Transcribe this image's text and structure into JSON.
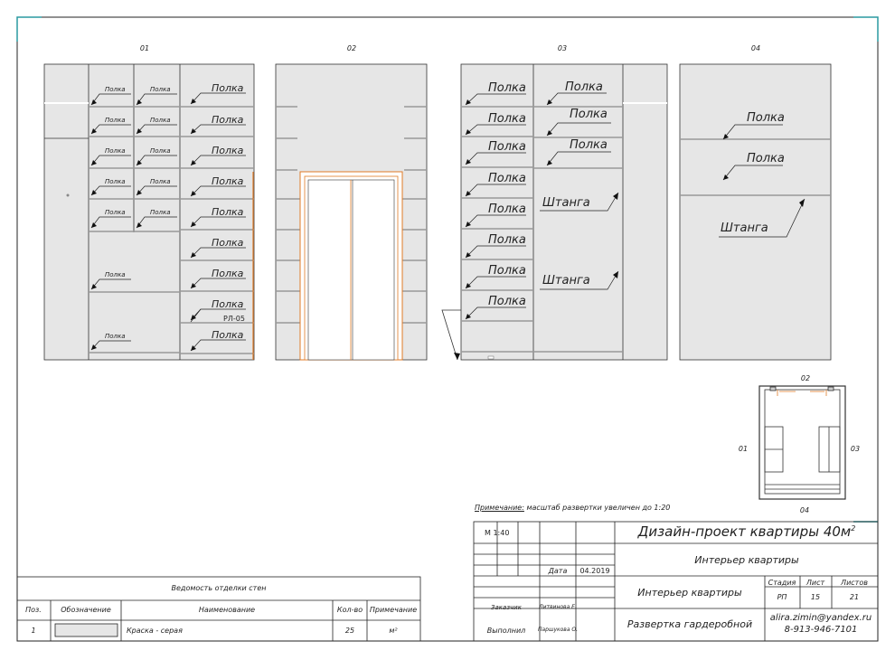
{
  "views": {
    "v01": "01",
    "v02": "02",
    "v03": "03",
    "v04": "04"
  },
  "labels": {
    "shelf": "Полка",
    "rod": "Штанга",
    "mark": "РЛ-05"
  },
  "plan": {
    "top": "02",
    "left": "01",
    "right": "03",
    "bottom": "04"
  },
  "note": {
    "prefix": "Примечание:",
    "text": " масштаб развертки увеличен до 1:20"
  },
  "finish_table": {
    "title": "Ведомость отделки стен",
    "headers": [
      "Поз.",
      "Обозначение",
      "Наименование",
      "Кол-во",
      "Примечание"
    ],
    "row": {
      "pos": "1",
      "name": "Краска - серая",
      "qty": "25",
      "unit": "м²"
    }
  },
  "stamp": {
    "scale": "М 1:40",
    "date_label": "Дата",
    "date": "04.2019",
    "project": "Дизайн-проект квартиры 40м",
    "project_sup": "2",
    "subtitle": "Интерьер квартиры",
    "section": "Интерьер квартиры",
    "stage_h": "Стадия",
    "sheet_h": "Лист",
    "sheets_h": "Листов",
    "stage": "РП",
    "sheet": "15",
    "sheets": "21",
    "client_role": "Заказчик",
    "client": "Литвинова Е.",
    "author_role": "Выполнил",
    "author": "Паршукова О.",
    "drawing": "Развертка гардеробной",
    "email": "alira.zimin@yandex.ru",
    "phone": "8-913-946-7101"
  },
  "colors": {
    "line": "#1a1a1a",
    "panel": "#e6e6e6",
    "accent": "#e07b27",
    "corner": "#2a9aa0"
  }
}
